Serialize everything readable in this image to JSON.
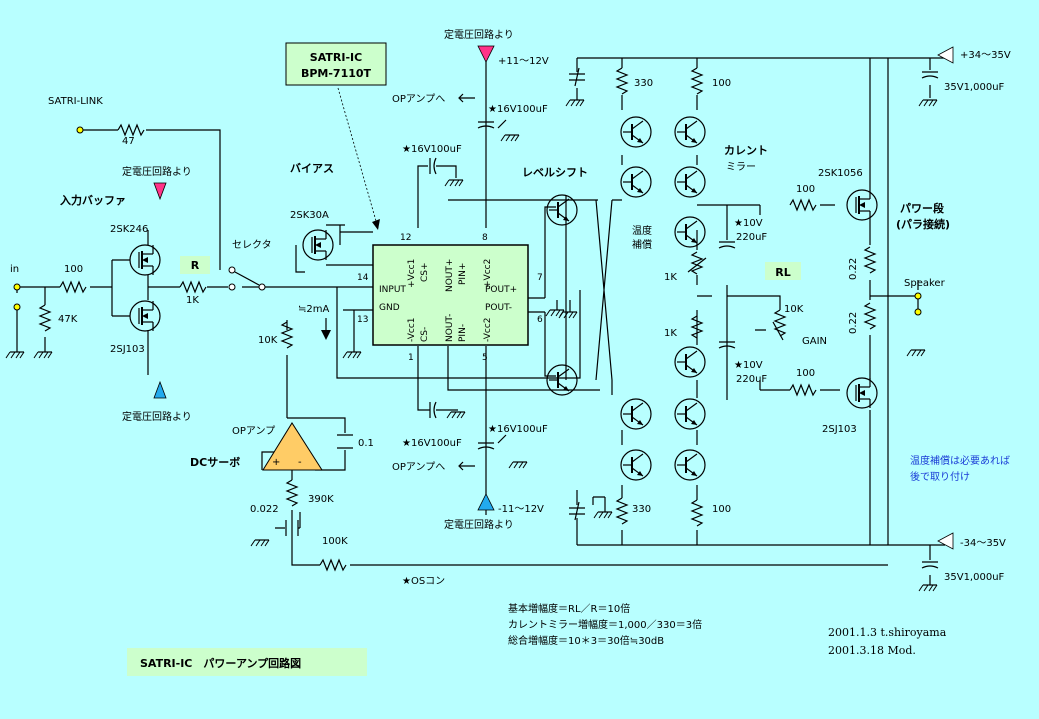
{
  "ic": {
    "title_line1": "SATRI-IC",
    "title_line2": "BPM-7110T",
    "pins": {
      "p12": "12",
      "p8": "8",
      "p14": "14",
      "p7": "7",
      "p13": "13",
      "p6": "6",
      "p1": "1",
      "p5": "5"
    },
    "labels": {
      "vcc1p": "+Vcc1",
      "csp": "CS+",
      "noutp": "NOUT+",
      "pinp": "PIN+",
      "vcc2p": "+Vcc2",
      "input": "INPUT",
      "gnd": "GND",
      "poutp": "POUT+",
      "poutm": "POUT-",
      "vcc1m": "-Vcc1",
      "csm": "CS-",
      "noutm": "NOUT-",
      "pinm": "PIN-",
      "vcc2m": "-Vcc2"
    }
  },
  "labels": {
    "satri_link": "SATRI-LINK",
    "r47": "47",
    "in": "in",
    "r100_in": "100",
    "r47k": "47K",
    "const_top": "定電圧回路より",
    "const_bottom": "定電圧回路より",
    "input_buffer": "入力バッファ",
    "q_2sk246": "2SK246",
    "q_2sj103_in": "2SJ103",
    "r_box": "R",
    "r1k": "1K",
    "selector": "セレクタ",
    "bias": "バイアス",
    "q_2sk30a": "2SK30A",
    "cap16v_top": "★16V100uF",
    "cap16v_bottom": "★16V100uF",
    "i2ma": "≒2mA",
    "r10k": "10K",
    "const_plus": "定電圧回路より",
    "plus11": "+11～12V",
    "opamp_to_top": "OPアンプへ",
    "cap16v_plus": "★16V100uF",
    "const_minus": "定電圧回路より",
    "minus11": "-11～12V",
    "opamp_to_bottom": "OPアンプへ",
    "cap16v_minus": "★16V100uF",
    "level_shift": "レベルシフト",
    "r330_top": "330",
    "r100_top": "100",
    "current_mirror_1": "カレント",
    "current_mirror_2": "ミラー",
    "temp_1": "温度",
    "temp_2": "補償",
    "r1k_a": "1K",
    "r1k_b": "1K",
    "cap10v_top_1": "★10V",
    "cap10v_top_2": "220uF",
    "cap10v_bot_1": "★10V",
    "cap10v_bot_2": "220uF",
    "rl_box": "RL",
    "r10k_gain": "10K",
    "gain": "GAIN",
    "r100_gate_top": "100",
    "r100_gate_bot": "100",
    "q_2sk1056": "2SK1056",
    "power_stage_1": "パワー段",
    "power_stage_2": "(パラ接続)",
    "q_2sj103_out": "2SJ103",
    "r022_top": "0.22",
    "r022_bot": "0.22",
    "speaker": "Speaker",
    "plus34": "+34～35V",
    "cap35v_top": "35V1,000uF",
    "minus34": "-34～35V",
    "cap35v_bot": "35V1,000uF",
    "opamp": "OPアンプ",
    "dc_servo": "DCサーボ",
    "c01": "0.1",
    "r390k": "390K",
    "c0022": "0.022",
    "r100k": "100K",
    "os_con": "★OSコン",
    "r330_bot": "330",
    "r100_bot": "100",
    "temp_note_1": "温度補償は必要あれば",
    "temp_note_2": "後で取り付け",
    "formula_1": "基本増幅度＝RL／R＝10倍",
    "formula_2": "カレントミラー増幅度＝1,000／330＝3倍",
    "formula_3": "総合増幅度＝10＊3＝30倍≒30dB",
    "date_1": "2001.1.3  t.shiroyama",
    "date_2": "2001.3.18  Mod.",
    "title": "SATRI-IC　パワーアンプ回路図"
  },
  "colors": {
    "background": "#b8ffff",
    "ic_fill": "#ccffcc",
    "label_fill": "#ccffcc",
    "plus_supply": "#ff3388",
    "minus_supply": "#22aaee",
    "note": "#1a3cd6",
    "opamp_fill": "#ffcc66"
  }
}
